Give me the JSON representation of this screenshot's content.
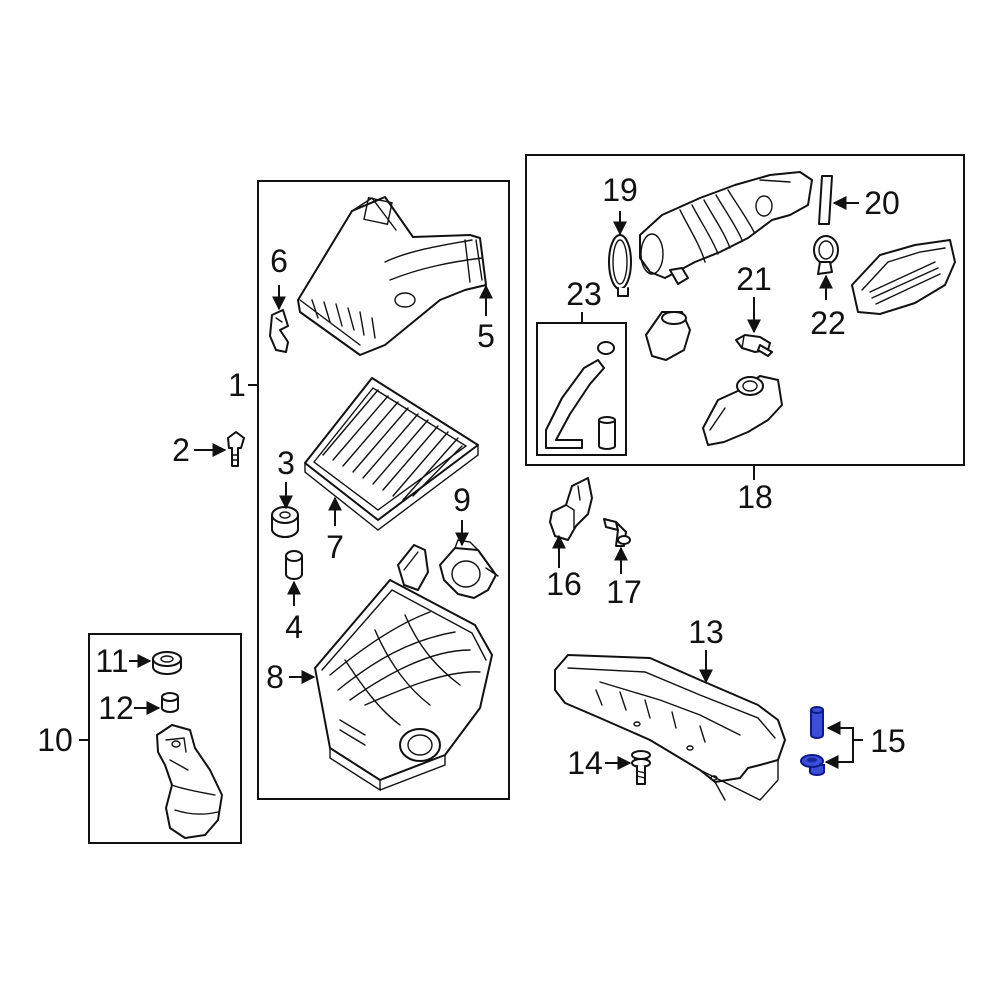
{
  "diagram": {
    "highlight_color": "#3b4fd6",
    "callouts": {
      "c1": "1",
      "c2": "2",
      "c3": "3",
      "c4": "4",
      "c5": "5",
      "c6": "6",
      "c7": "7",
      "c8": "8",
      "c9": "9",
      "c10": "10",
      "c11": "11",
      "c12": "12",
      "c13": "13",
      "c14": "14",
      "c15": "15",
      "c16": "16",
      "c17": "17",
      "c18": "18",
      "c19": "19",
      "c20": "20",
      "c21": "21",
      "c22": "22",
      "c23": "23"
    }
  }
}
